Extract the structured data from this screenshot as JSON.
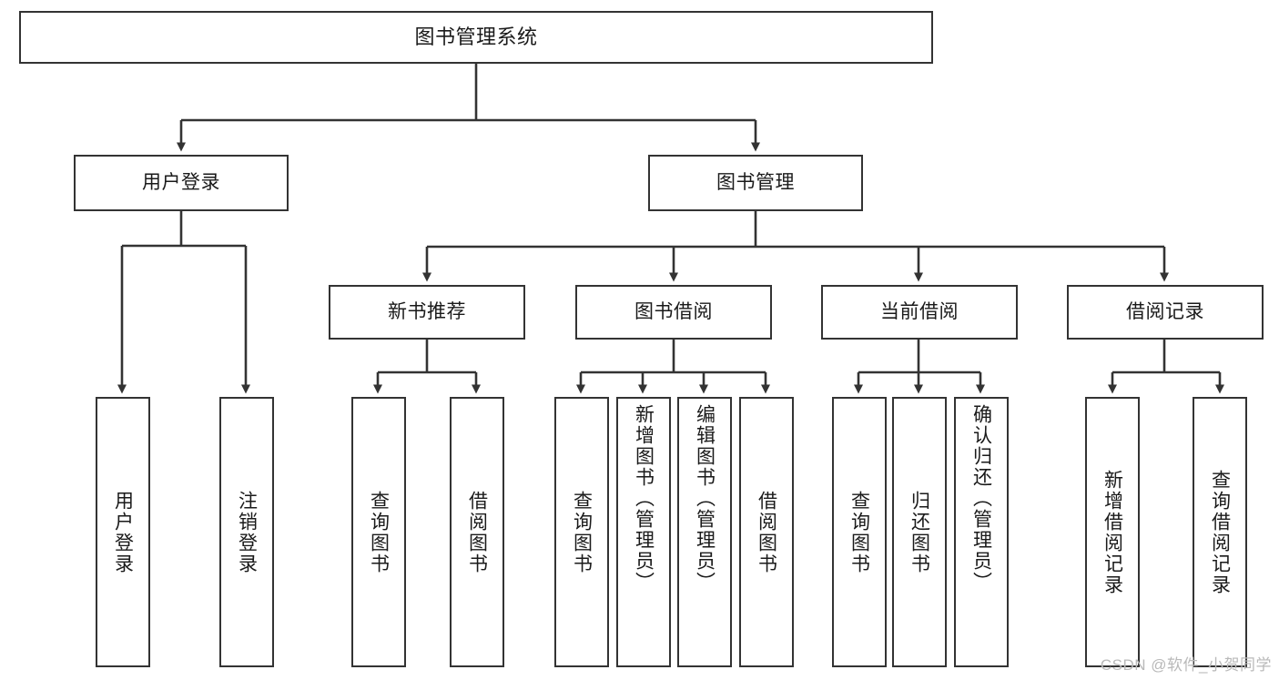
{
  "diagram": {
    "type": "tree",
    "title": "图书管理系统",
    "style": {
      "box_fill": "#ffffff",
      "box_stroke": "#333333",
      "text_color": "#1a1a1a",
      "background": "#ffffff",
      "connector_color": "#333333"
    },
    "root": {
      "id": "root",
      "label": "图书管理系统"
    },
    "level2": [
      {
        "id": "user-login",
        "label": "用户登录"
      },
      {
        "id": "book-manage",
        "label": "图书管理"
      }
    ],
    "level3": [
      {
        "id": "new-book-recommend",
        "label": "新书推荐",
        "parent": "book-manage"
      },
      {
        "id": "book-borrow",
        "label": "图书借阅",
        "parent": "book-manage"
      },
      {
        "id": "current-borrow",
        "label": "当前借阅",
        "parent": "book-manage"
      },
      {
        "id": "borrow-record",
        "label": "借阅记录",
        "parent": "book-manage"
      }
    ],
    "leaves": {
      "user_login": [
        {
          "id": "leaf-user-login",
          "label": "用户登录"
        },
        {
          "id": "leaf-user-logout",
          "label": "注销登录"
        }
      ],
      "new_book_recommend": [
        {
          "id": "leaf-query-book-1",
          "label": "查询图书"
        },
        {
          "id": "leaf-borrow-book-1",
          "label": "借阅图书"
        }
      ],
      "book_borrow": [
        {
          "id": "leaf-query-book-2",
          "label": "查询图书"
        },
        {
          "id": "leaf-add-book",
          "label": "新增图书（管理员）"
        },
        {
          "id": "leaf-edit-book",
          "label": "编辑图书（管理员）"
        },
        {
          "id": "leaf-borrow-book-2",
          "label": "借阅图书"
        }
      ],
      "current_borrow": [
        {
          "id": "leaf-query-book-3",
          "label": "查询图书"
        },
        {
          "id": "leaf-return-book",
          "label": "归还图书"
        },
        {
          "id": "leaf-confirm-return",
          "label": "确认归还（管理员）"
        }
      ],
      "borrow_record": [
        {
          "id": "leaf-add-record",
          "label": "新增借阅记录"
        },
        {
          "id": "leaf-query-record",
          "label": "查询借阅记录"
        }
      ]
    }
  },
  "watermark": {
    "text": "CSDN @软件_小贺同学"
  }
}
